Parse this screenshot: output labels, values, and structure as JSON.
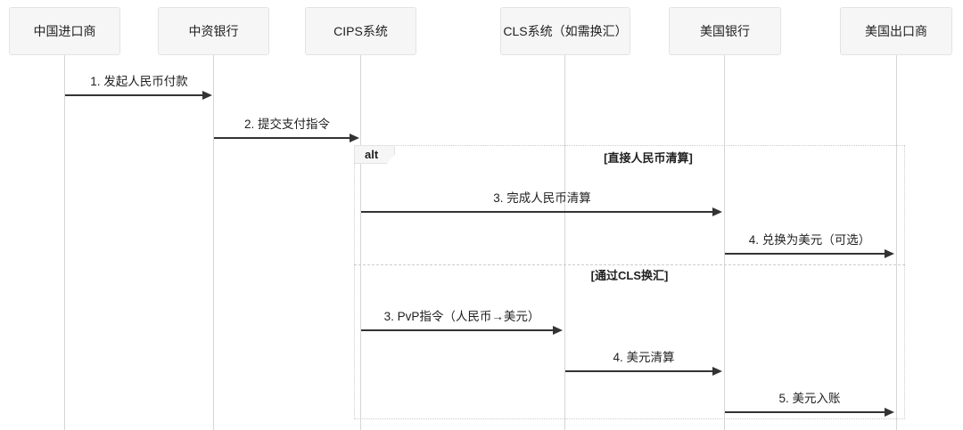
{
  "diagram_type": "sequence-diagram",
  "actors": [
    {
      "label": "中国进口商"
    },
    {
      "label": "中资银行"
    },
    {
      "label": "CIPS系统"
    },
    {
      "label": "CLS系统（如需换汇）"
    },
    {
      "label": "美国银行"
    },
    {
      "label": "美国出口商"
    }
  ],
  "messages": [
    {
      "from": "中国进口商",
      "to": "中资银行",
      "label": "1. 发起人民币付款"
    },
    {
      "from": "中资银行",
      "to": "CIPS系统",
      "label": "2. 提交支付指令"
    },
    {
      "from": "CIPS系统",
      "to": "美国银行",
      "label": "3. 完成人民币清算",
      "branch": "直接人民币清算"
    },
    {
      "from": "美国银行",
      "to": "美国出口商",
      "label": "4. 兑换为美元（可选）",
      "branch": "直接人民币清算"
    },
    {
      "from": "CIPS系统",
      "to": "CLS系统（如需换汇）",
      "label": "3. PvP指令（人民币→美元）",
      "branch": "通过CLS换汇"
    },
    {
      "from": "CLS系统（如需换汇）",
      "to": "美国银行",
      "label": "4. 美元清算",
      "branch": "通过CLS换汇"
    },
    {
      "from": "美国银行",
      "to": "美国出口商",
      "label": "5. 美元入账",
      "branch": "通过CLS换汇"
    }
  ],
  "alt_frame": {
    "label": "alt",
    "conditions": [
      "[直接人民币清算]",
      "[通过CLS换汇]"
    ]
  },
  "colors": {
    "actor_fill": "#f6f6f6",
    "actor_border": "#e3e3e3",
    "lifeline": "#d5d5d5",
    "arrow": "#333333",
    "frame_border": "#cccccc",
    "text": "#1f1f1f"
  }
}
